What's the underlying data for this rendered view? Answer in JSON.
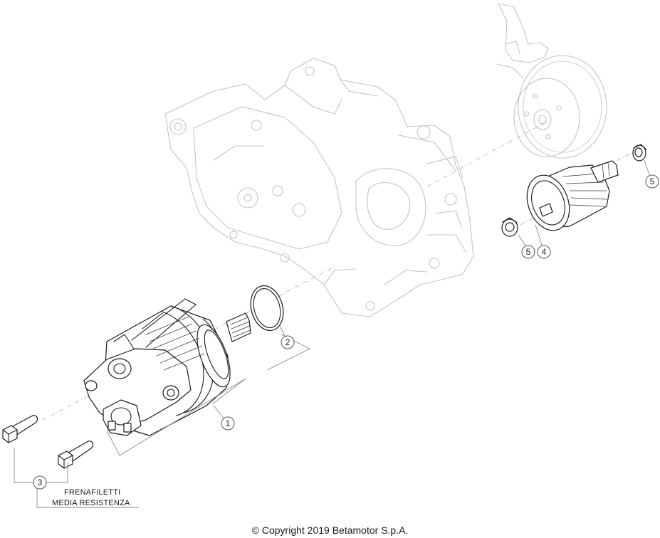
{
  "callouts": {
    "c1": "1",
    "c2": "2",
    "c3": "3",
    "c4": "4",
    "c5a": "5",
    "c5b": "5"
  },
  "note": {
    "line1": "FRENAFILETTI",
    "line2": "MEDIA RESISTENZA"
  },
  "copyright": "© Copyright 2019 Betamotor S.p.A."
}
